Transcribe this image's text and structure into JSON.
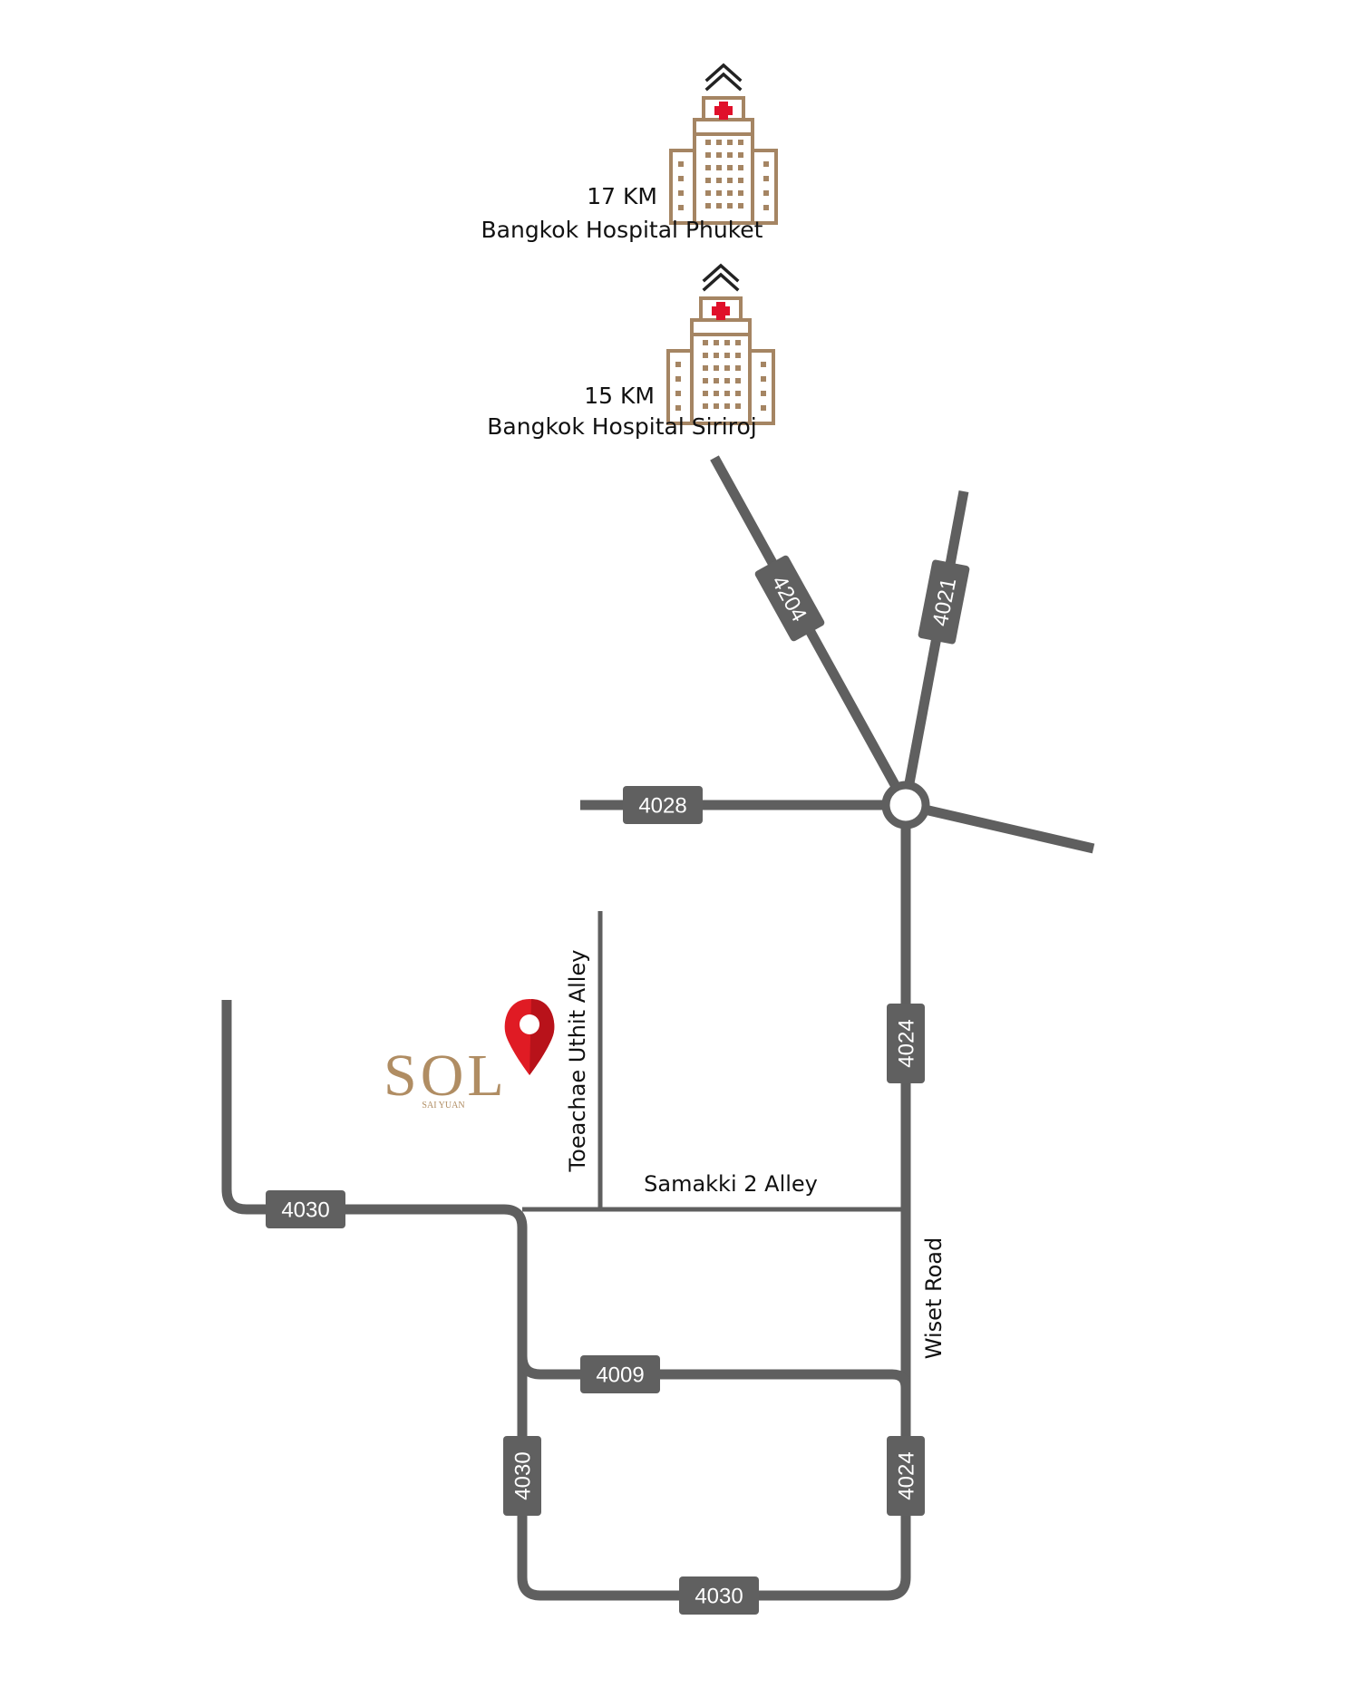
{
  "pois": [
    {
      "distance": "17 KM",
      "name": "Bangkok Hospital Phuket",
      "icon": "hospital-building-icon"
    },
    {
      "distance": "15 KM",
      "name": "Bangkok Hospital Siriroj",
      "icon": "hospital-building-icon"
    }
  ],
  "project": {
    "logo_text": "SOL",
    "logo_subtext": "SAI YUAN",
    "marker_icon": "map-pin-icon",
    "marker_color": "#e01b24",
    "logo_color": "#b08d63"
  },
  "road_numbers": {
    "r4204": "4204",
    "r4021": "4021",
    "r4028": "4028",
    "r4024_upper": "4024",
    "r4024_lower": "4024",
    "r4030_left": "4030",
    "r4030_vertical": "4030",
    "r4030_bottom": "4030",
    "r4009": "4009"
  },
  "road_names": {
    "toeachae": "Toeachae Uthit Alley",
    "samakki": "Samakki 2 Alley",
    "wiset": "Wiset Road"
  },
  "colors": {
    "road": "#5f5f5f",
    "shield": "#606060",
    "hospital": "#a58563",
    "cross": "#e0102a"
  }
}
